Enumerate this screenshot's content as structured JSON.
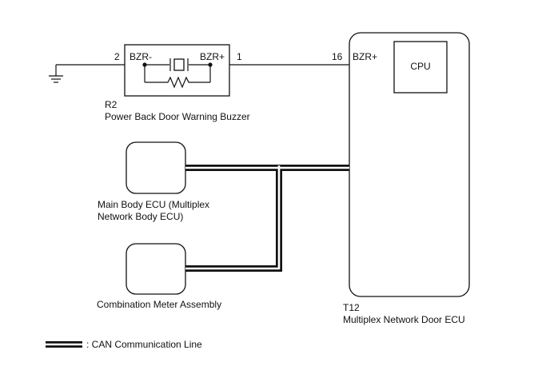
{
  "buzzer": {
    "ref": "R2",
    "name": "Power Back Door Warning Buzzer",
    "left_pin": "2",
    "left_terminal": "BZR-",
    "right_terminal": "BZR+",
    "right_pin": "1"
  },
  "door_ecu": {
    "ref": "T12",
    "name": "Multiplex Network Door ECU",
    "pin": "16",
    "terminal": "BZR+",
    "cpu_label": "CPU"
  },
  "main_body_ecu": {
    "name_line1": "Main Body ECU (Multiplex",
    "name_line2": "Network Body ECU)"
  },
  "combination_meter": {
    "name": "Combination Meter Assembly"
  },
  "legend": {
    "can_line": ": CAN Communication Line"
  }
}
